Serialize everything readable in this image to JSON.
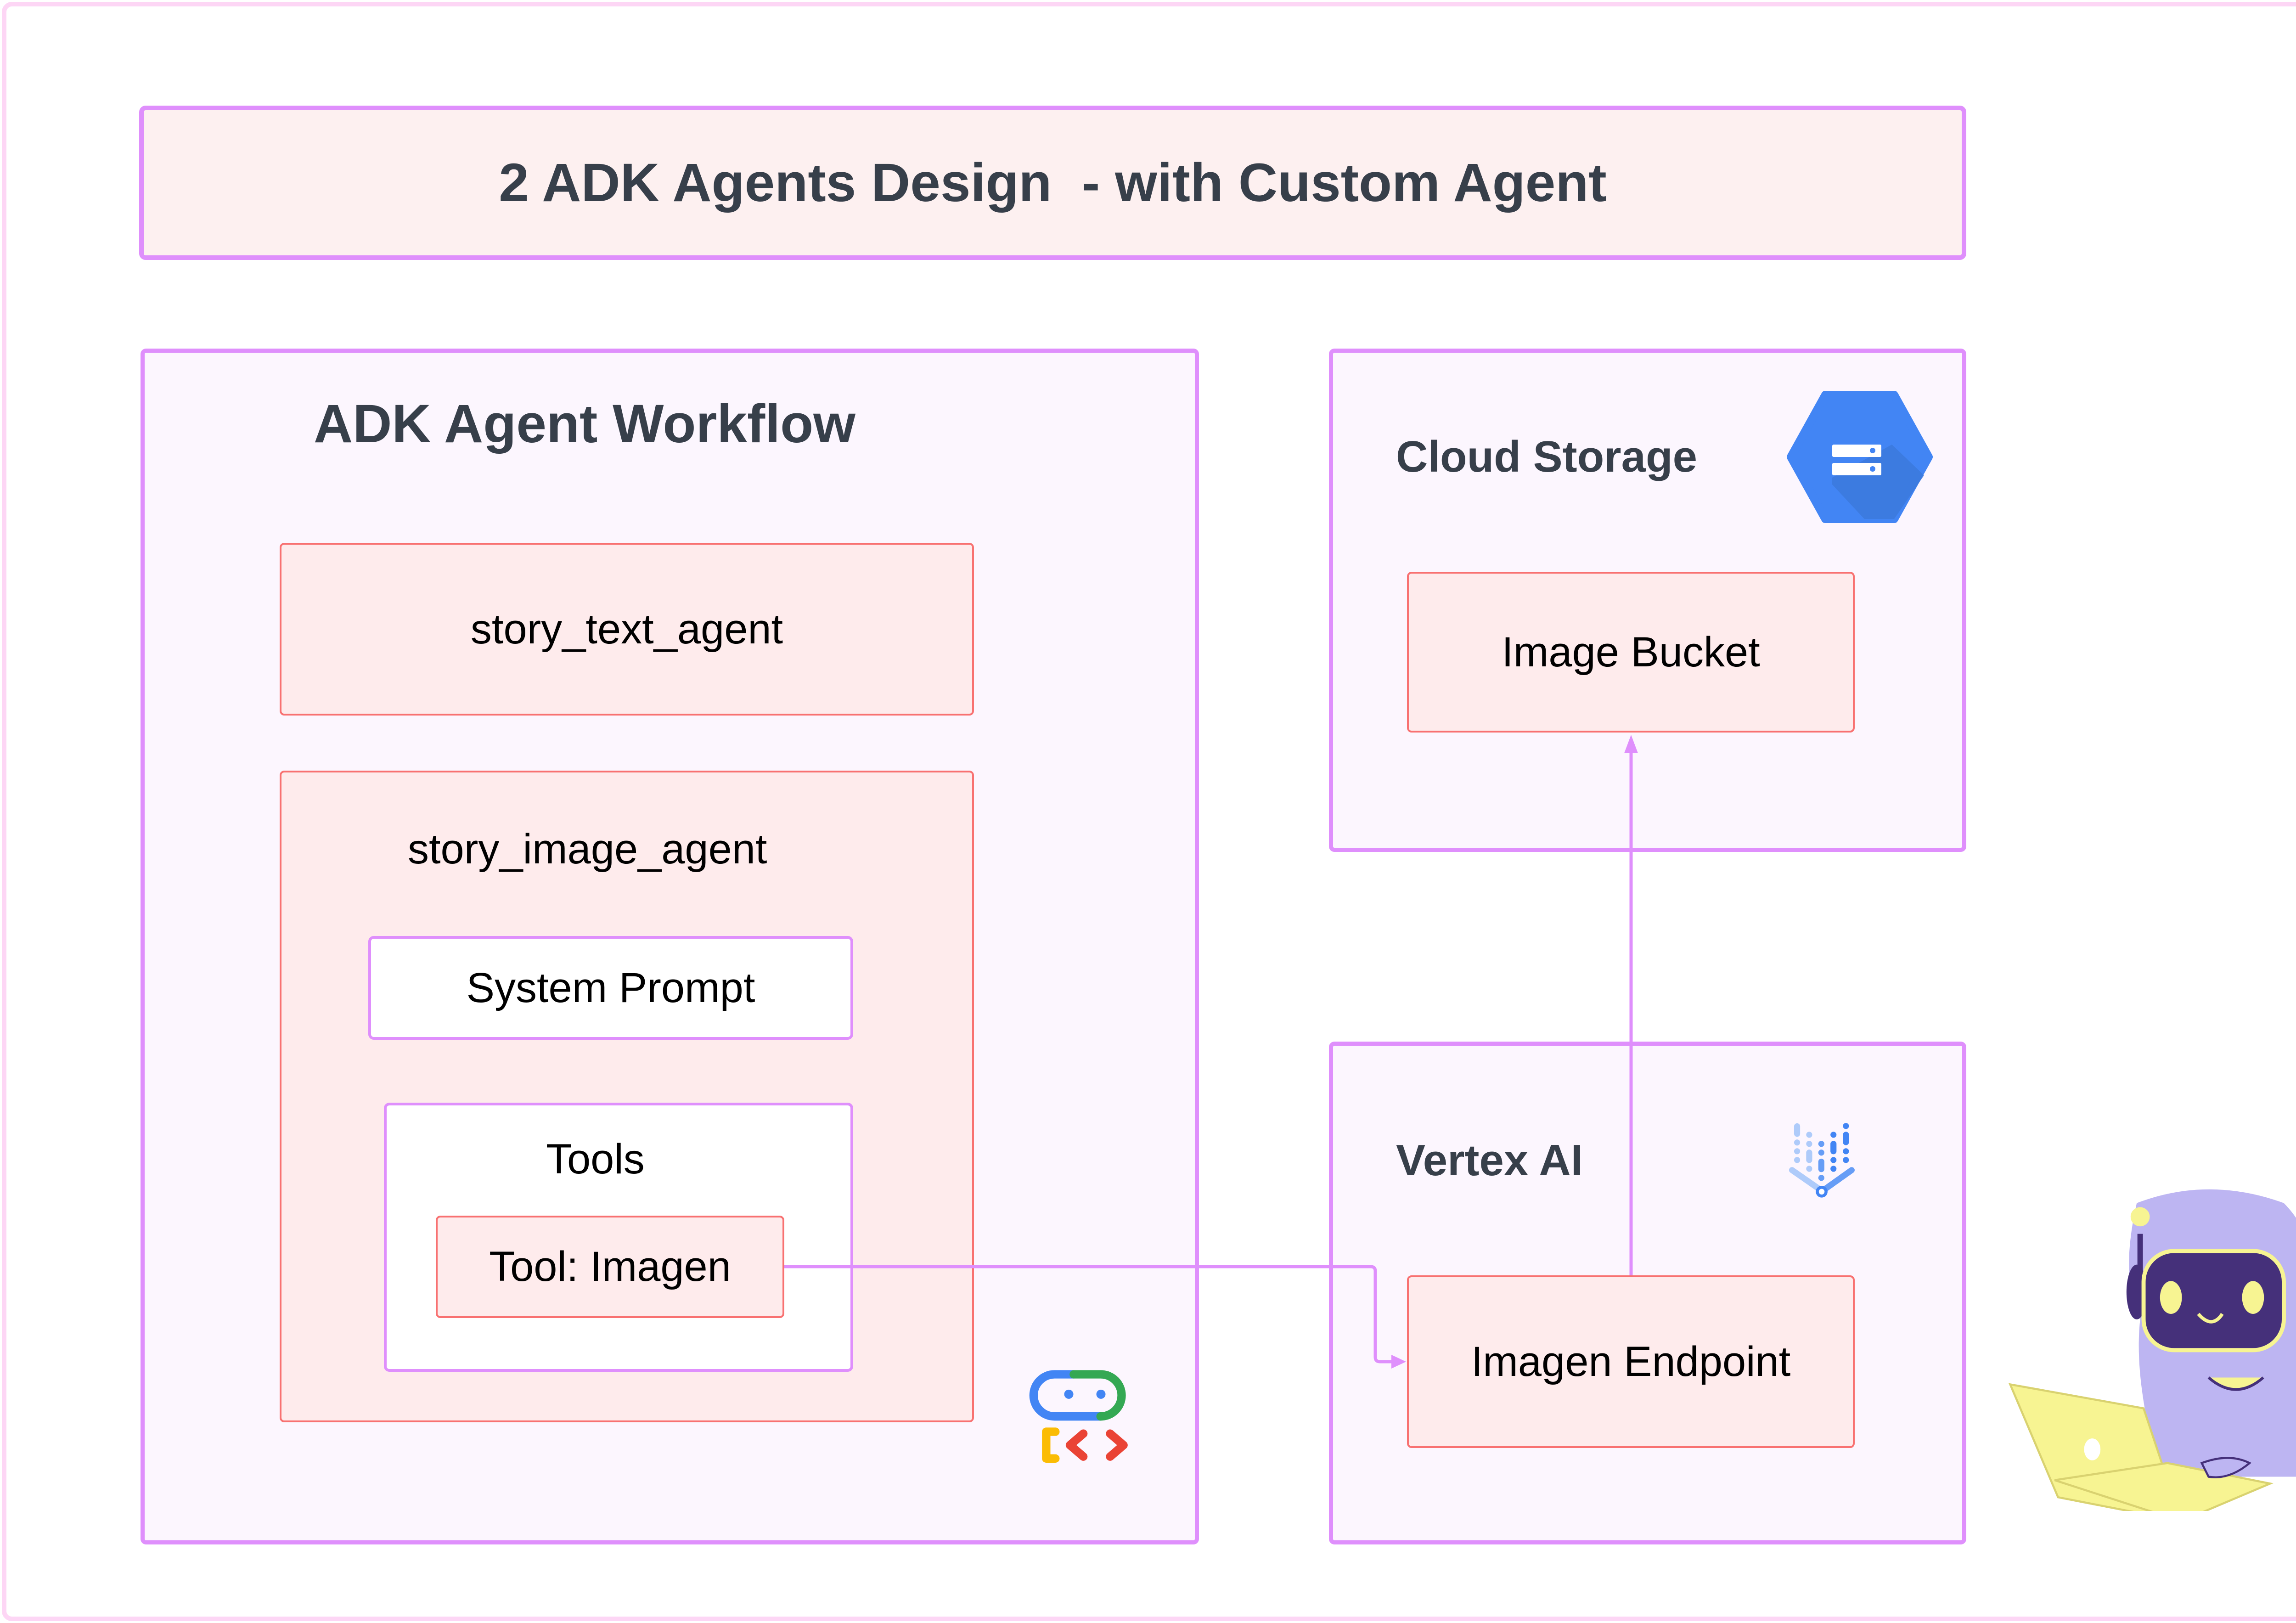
{
  "title": "2 ADK Agents Design  - with Custom Agent",
  "workflow_panel": {
    "title": "ADK Agent Workflow",
    "story_text_agent": "story_text_agent",
    "story_image_agent": {
      "label": "story_image_agent",
      "system_prompt": "System Prompt",
      "tools": {
        "label": "Tools",
        "tool": "Tool: Imagen"
      }
    },
    "icon": "adk-agent-icon"
  },
  "cloud_storage_panel": {
    "title": "Cloud Storage",
    "icon": "cloud-storage-icon",
    "bucket": "Image Bucket"
  },
  "vertex_panel": {
    "title": "Vertex AI",
    "icon": "vertex-ai-icon",
    "endpoint": "Imagen Endpoint"
  },
  "connections": [
    {
      "from": "Tool: Imagen",
      "to": "Imagen Endpoint"
    },
    {
      "from": "Imagen Endpoint",
      "to": "Image Bucket"
    }
  ],
  "decoration": "robot-with-laptop-illustration",
  "colors": {
    "panel_border": "#DF8FFC",
    "agent_border": "#F87171",
    "agent_fill": "#FEEBEC",
    "panel_fill": "#FCF6FE",
    "title_text": "#373F4A",
    "page_border": "#FDD6F5"
  }
}
